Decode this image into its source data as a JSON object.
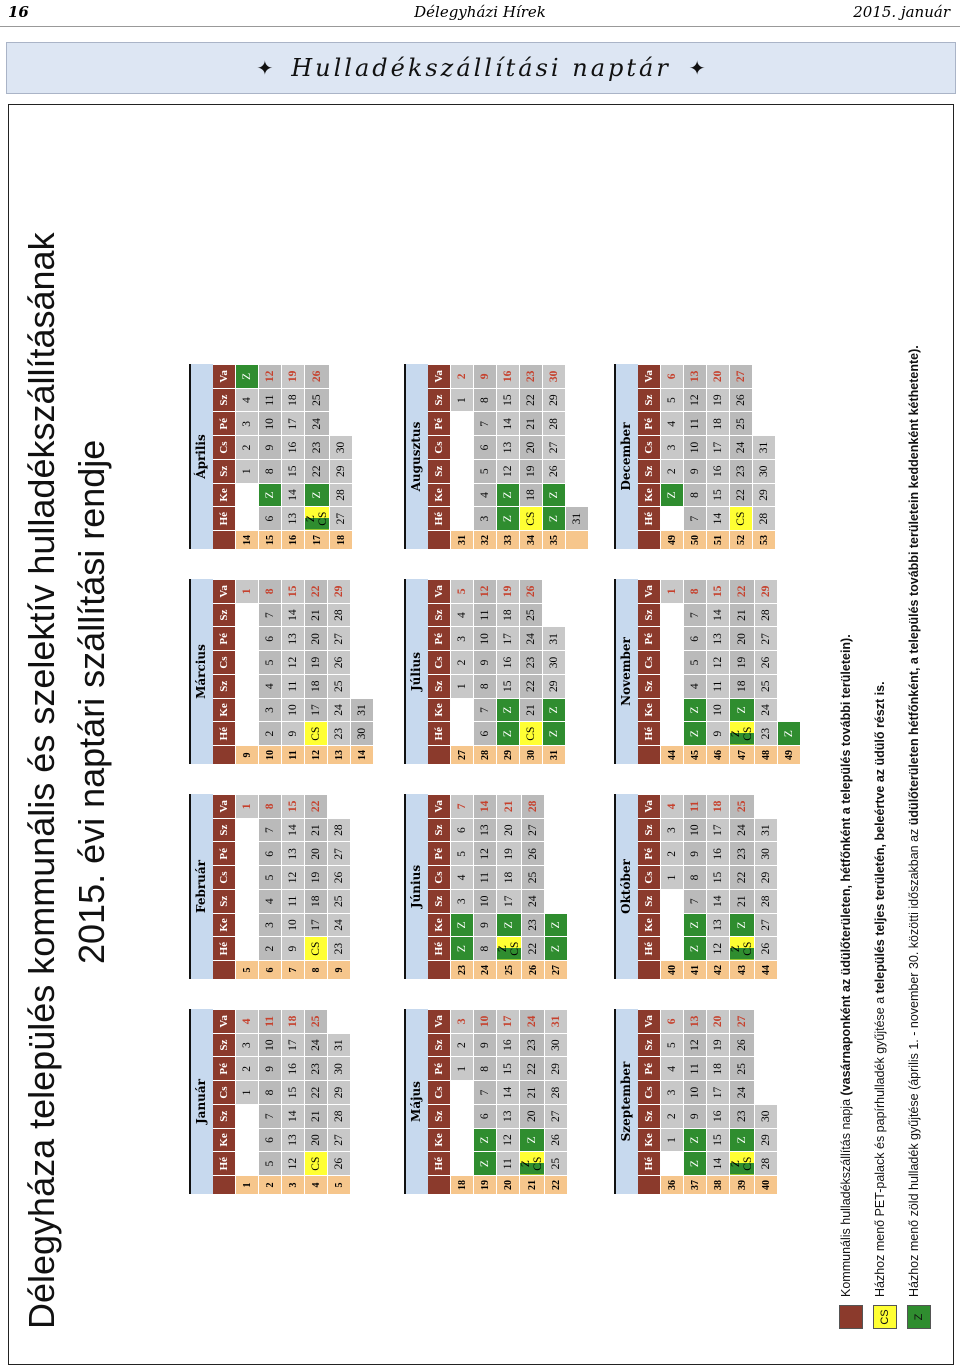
{
  "header": {
    "page_number": "16",
    "publication": "Délegyházi Hírek",
    "date": "2015. január"
  },
  "banner": {
    "title": "Hulladékszállítási naptár",
    "star_left": "✦",
    "star_right": "✦"
  },
  "heading": {
    "line1": "Délegyháza település kommunális és szelektív hulladékszállításának",
    "line2": "2015. évi naptári szállítási rendje"
  },
  "day_headers": [
    "Hé",
    "Ke",
    "Sz",
    "Cs",
    "Pé",
    "Sz",
    "Va"
  ],
  "months": [
    {
      "name": "Január",
      "rows": [
        {
          "wk": "1",
          "d": [
            "",
            "",
            "",
            "1",
            "2",
            "3",
            "4"
          ]
        },
        {
          "wk": "2",
          "d": [
            "5",
            "6",
            "7",
            "8",
            "9",
            "10",
            "11"
          ]
        },
        {
          "wk": "3",
          "d": [
            "12",
            "13",
            "14",
            "15",
            "16",
            "17",
            "18"
          ]
        },
        {
          "wk": "4",
          "d": [
            "CS",
            "20",
            "21",
            "22",
            "23",
            "24",
            "25"
          ]
        },
        {
          "wk": "5",
          "d": [
            "26",
            "27",
            "28",
            "29",
            "30",
            "31",
            ""
          ]
        }
      ]
    },
    {
      "name": "Február",
      "rows": [
        {
          "wk": "5",
          "d": [
            "",
            "",
            "",
            "",
            "",
            "",
            "1"
          ]
        },
        {
          "wk": "6",
          "d": [
            "2",
            "3",
            "4",
            "5",
            "6",
            "7",
            "8"
          ]
        },
        {
          "wk": "7",
          "d": [
            "9",
            "10",
            "11",
            "12",
            "13",
            "14",
            "15"
          ]
        },
        {
          "wk": "8",
          "d": [
            "CS",
            "17",
            "18",
            "19",
            "20",
            "21",
            "22"
          ]
        },
        {
          "wk": "9",
          "d": [
            "23",
            "24",
            "25",
            "26",
            "27",
            "28",
            ""
          ]
        }
      ]
    },
    {
      "name": "Március",
      "rows": [
        {
          "wk": "9",
          "d": [
            "",
            "",
            "",
            "",
            "",
            "",
            "1"
          ]
        },
        {
          "wk": "10",
          "d": [
            "2",
            "3",
            "4",
            "5",
            "6",
            "7",
            "8"
          ]
        },
        {
          "wk": "11",
          "d": [
            "9",
            "10",
            "11",
            "12",
            "13",
            "14",
            "15"
          ]
        },
        {
          "wk": "12",
          "d": [
            "CS",
            "17",
            "18",
            "19",
            "20",
            "21",
            "22"
          ]
        },
        {
          "wk": "13",
          "d": [
            "23",
            "24",
            "25",
            "26",
            "27",
            "28",
            "29"
          ]
        },
        {
          "wk": "14",
          "d": [
            "30",
            "31",
            "",
            "",
            "",
            "",
            ""
          ]
        }
      ]
    },
    {
      "name": "Április",
      "rows": [
        {
          "wk": "14",
          "d": [
            "",
            "",
            "1",
            "2",
            "3",
            "4",
            "Z"
          ]
        },
        {
          "wk": "15",
          "d": [
            "6",
            "Z",
            "8",
            "9",
            "10",
            "11",
            "12"
          ]
        },
        {
          "wk": "16",
          "d": [
            "13",
            "14",
            "15",
            "16",
            "17",
            "18",
            "19"
          ]
        },
        {
          "wk": "17",
          "d": [
            "Z CS",
            "Z",
            "22",
            "23",
            "24",
            "25",
            "26"
          ]
        },
        {
          "wk": "18",
          "d": [
            "27",
            "28",
            "29",
            "30",
            "",
            "",
            ""
          ]
        }
      ]
    },
    {
      "name": "Május",
      "rows": [
        {
          "wk": "18",
          "d": [
            "",
            "",
            "",
            "",
            "1",
            "2",
            "3"
          ]
        },
        {
          "wk": "19",
          "d": [
            "Z",
            "Z",
            "6",
            "7",
            "8",
            "9",
            "10"
          ]
        },
        {
          "wk": "20",
          "d": [
            "11",
            "12",
            "13",
            "14",
            "15",
            "16",
            "17"
          ]
        },
        {
          "wk": "21",
          "d": [
            "Z CS",
            "Z",
            "20",
            "21",
            "22",
            "23",
            "24"
          ]
        },
        {
          "wk": "22",
          "d": [
            "25",
            "26",
            "27",
            "28",
            "29",
            "30",
            "31"
          ]
        }
      ]
    },
    {
      "name": "Június",
      "rows": [
        {
          "wk": "23",
          "d": [
            "Z",
            "Z",
            "3",
            "4",
            "5",
            "6",
            "7"
          ]
        },
        {
          "wk": "24",
          "d": [
            "8",
            "9",
            "10",
            "11",
            "12",
            "13",
            "14"
          ]
        },
        {
          "wk": "25",
          "d": [
            "Z CS",
            "Z",
            "17",
            "18",
            "19",
            "20",
            "21"
          ]
        },
        {
          "wk": "26",
          "d": [
            "22",
            "23",
            "24",
            "25",
            "26",
            "27",
            "28"
          ]
        },
        {
          "wk": "27",
          "d": [
            "Z",
            "Z",
            "",
            "",
            "",
            "",
            ""
          ]
        }
      ]
    },
    {
      "name": "Július",
      "rows": [
        {
          "wk": "27",
          "d": [
            "",
            "",
            "1",
            "2",
            "3",
            "4",
            "5"
          ]
        },
        {
          "wk": "28",
          "d": [
            "6",
            "7",
            "8",
            "9",
            "10",
            "11",
            "12"
          ]
        },
        {
          "wk": "29",
          "d": [
            "Z",
            "Z",
            "15",
            "16",
            "17",
            "18",
            "19"
          ]
        },
        {
          "wk": "30",
          "d": [
            "CS",
            "21",
            "22",
            "23",
            "24",
            "25",
            "26"
          ]
        },
        {
          "wk": "31",
          "d": [
            "Z",
            "Z",
            "29",
            "30",
            "31",
            "",
            ""
          ]
        }
      ]
    },
    {
      "name": "Augusztus",
      "rows": [
        {
          "wk": "31",
          "d": [
            "",
            "",
            "",
            "",
            "",
            "1",
            "2"
          ]
        },
        {
          "wk": "32",
          "d": [
            "3",
            "4",
            "5",
            "6",
            "7",
            "8",
            "9"
          ]
        },
        {
          "wk": "33",
          "d": [
            "Z",
            "Z",
            "12",
            "13",
            "14",
            "15",
            "16"
          ]
        },
        {
          "wk": "34",
          "d": [
            "CS",
            "18",
            "19",
            "20",
            "21",
            "22",
            "23"
          ]
        },
        {
          "wk": "35",
          "d": [
            "Z",
            "Z",
            "26",
            "27",
            "28",
            "29",
            "30"
          ]
        },
        {
          "wk": "",
          "d": [
            "31",
            "",
            "",
            "",
            "",
            "",
            ""
          ]
        }
      ]
    },
    {
      "name": "Szeptember",
      "rows": [
        {
          "wk": "36",
          "d": [
            "",
            "1",
            "2",
            "3",
            "4",
            "5",
            "6"
          ]
        },
        {
          "wk": "37",
          "d": [
            "Z",
            "Z",
            "9",
            "10",
            "11",
            "12",
            "13"
          ]
        },
        {
          "wk": "38",
          "d": [
            "14",
            "15",
            "16",
            "17",
            "18",
            "19",
            "20"
          ]
        },
        {
          "wk": "39",
          "d": [
            "Z CS",
            "Z",
            "23",
            "24",
            "25",
            "26",
            "27"
          ]
        },
        {
          "wk": "40",
          "d": [
            "28",
            "29",
            "30",
            "",
            "",
            "",
            ""
          ]
        }
      ]
    },
    {
      "name": "Október",
      "rows": [
        {
          "wk": "40",
          "d": [
            "",
            "",
            "",
            "1",
            "2",
            "3",
            "4"
          ]
        },
        {
          "wk": "41",
          "d": [
            "Z",
            "Z",
            "7",
            "8",
            "9",
            "10",
            "11"
          ]
        },
        {
          "wk": "42",
          "d": [
            "12",
            "13",
            "14",
            "15",
            "16",
            "17",
            "18"
          ]
        },
        {
          "wk": "43",
          "d": [
            "Z CS",
            "Z",
            "21",
            "22",
            "23",
            "24",
            "25"
          ]
        },
        {
          "wk": "44",
          "d": [
            "26",
            "27",
            "28",
            "29",
            "30",
            "31",
            ""
          ]
        }
      ]
    },
    {
      "name": "November",
      "rows": [
        {
          "wk": "44",
          "d": [
            "",
            "",
            "",
            "",
            "",
            "",
            "1"
          ]
        },
        {
          "wk": "45",
          "d": [
            "Z",
            "Z",
            "4",
            "5",
            "6",
            "7",
            "8"
          ]
        },
        {
          "wk": "46",
          "d": [
            "9",
            "10",
            "11",
            "12",
            "13",
            "14",
            "15"
          ]
        },
        {
          "wk": "47",
          "d": [
            "Z CS",
            "Z",
            "18",
            "19",
            "20",
            "21",
            "22"
          ]
        },
        {
          "wk": "48",
          "d": [
            "23",
            "24",
            "25",
            "26",
            "27",
            "28",
            "29"
          ]
        },
        {
          "wk": "49",
          "d": [
            "Z",
            "",
            "",
            "",
            "",
            "",
            ""
          ]
        }
      ]
    },
    {
      "name": "December",
      "rows": [
        {
          "wk": "49",
          "d": [
            "",
            "Z",
            "2",
            "3",
            "4",
            "5",
            "6"
          ]
        },
        {
          "wk": "50",
          "d": [
            "7",
            "8",
            "9",
            "10",
            "11",
            "12",
            "13"
          ]
        },
        {
          "wk": "51",
          "d": [
            "14",
            "15",
            "16",
            "17",
            "18",
            "19",
            "20"
          ]
        },
        {
          "wk": "52",
          "d": [
            "CS",
            "22",
            "23",
            "24",
            "25",
            "26",
            "27"
          ]
        },
        {
          "wk": "53",
          "d": [
            "28",
            "29",
            "30",
            "31",
            "",
            "",
            ""
          ]
        }
      ]
    }
  ],
  "legend": [
    {
      "symbol": "",
      "color": "#8b3a2c",
      "text_plain": "Kommunális hulladékszállítás napja ",
      "text_bold": "(vasárnaponként az üdülőterületen, hétfőnként a település további területein)."
    },
    {
      "symbol": "CS",
      "color": "#ffff33",
      "text_plain": "Házhoz menő PET-palack és papírhulladék gyűjtése a ",
      "text_bold": "település teljes területén, beleértve az üdülő részt is."
    },
    {
      "symbol": "Z",
      "color": "#2f8d2f",
      "text_plain": "Házhoz menő zöld hulladék gyűjtése (április 1. - november 30. közötti időszakban az ",
      "text_bold": "üdülőterületen hétfőnként, a település további területein keddenként kéthetente)."
    }
  ],
  "colors": {
    "kommunalis": "#8b3a2c",
    "cs": "#ffff33",
    "zold": "#2f8d2f",
    "week_col": "#f6c68c",
    "month_header": "#c7d9ee"
  }
}
